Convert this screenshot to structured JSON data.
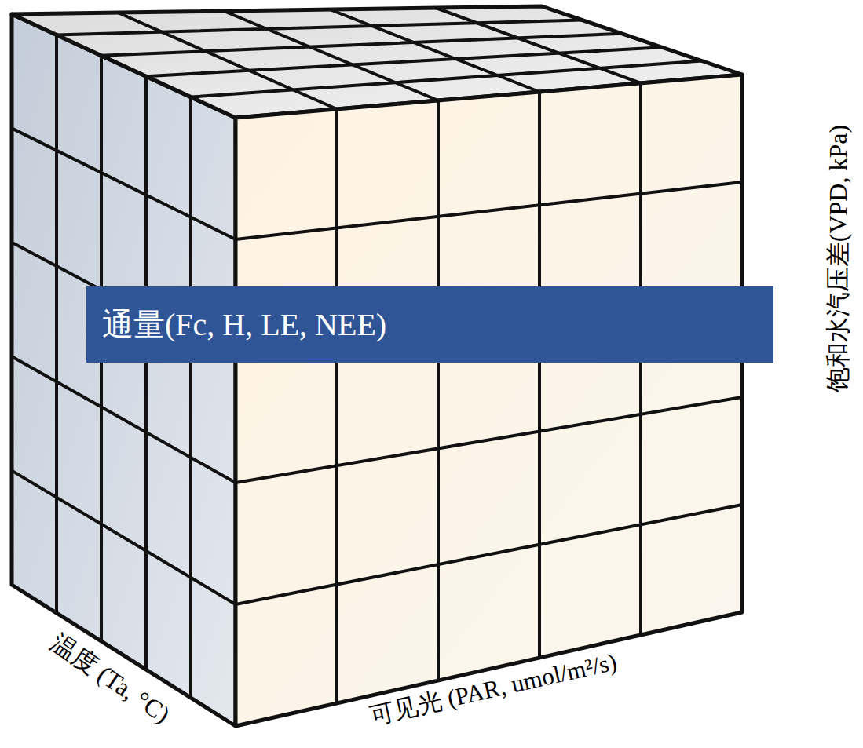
{
  "diagram": {
    "nodes": [
      {
        "text": [
          "通量(Fc, H, LE, NEE)"
        ]
      }
    ],
    "labels": [
      "温度 (Ta, °C)",
      "可见光 (PAR, umol/m²/s)",
      "饱和水汽压差(VPD, kPa)"
    ]
  }
}
